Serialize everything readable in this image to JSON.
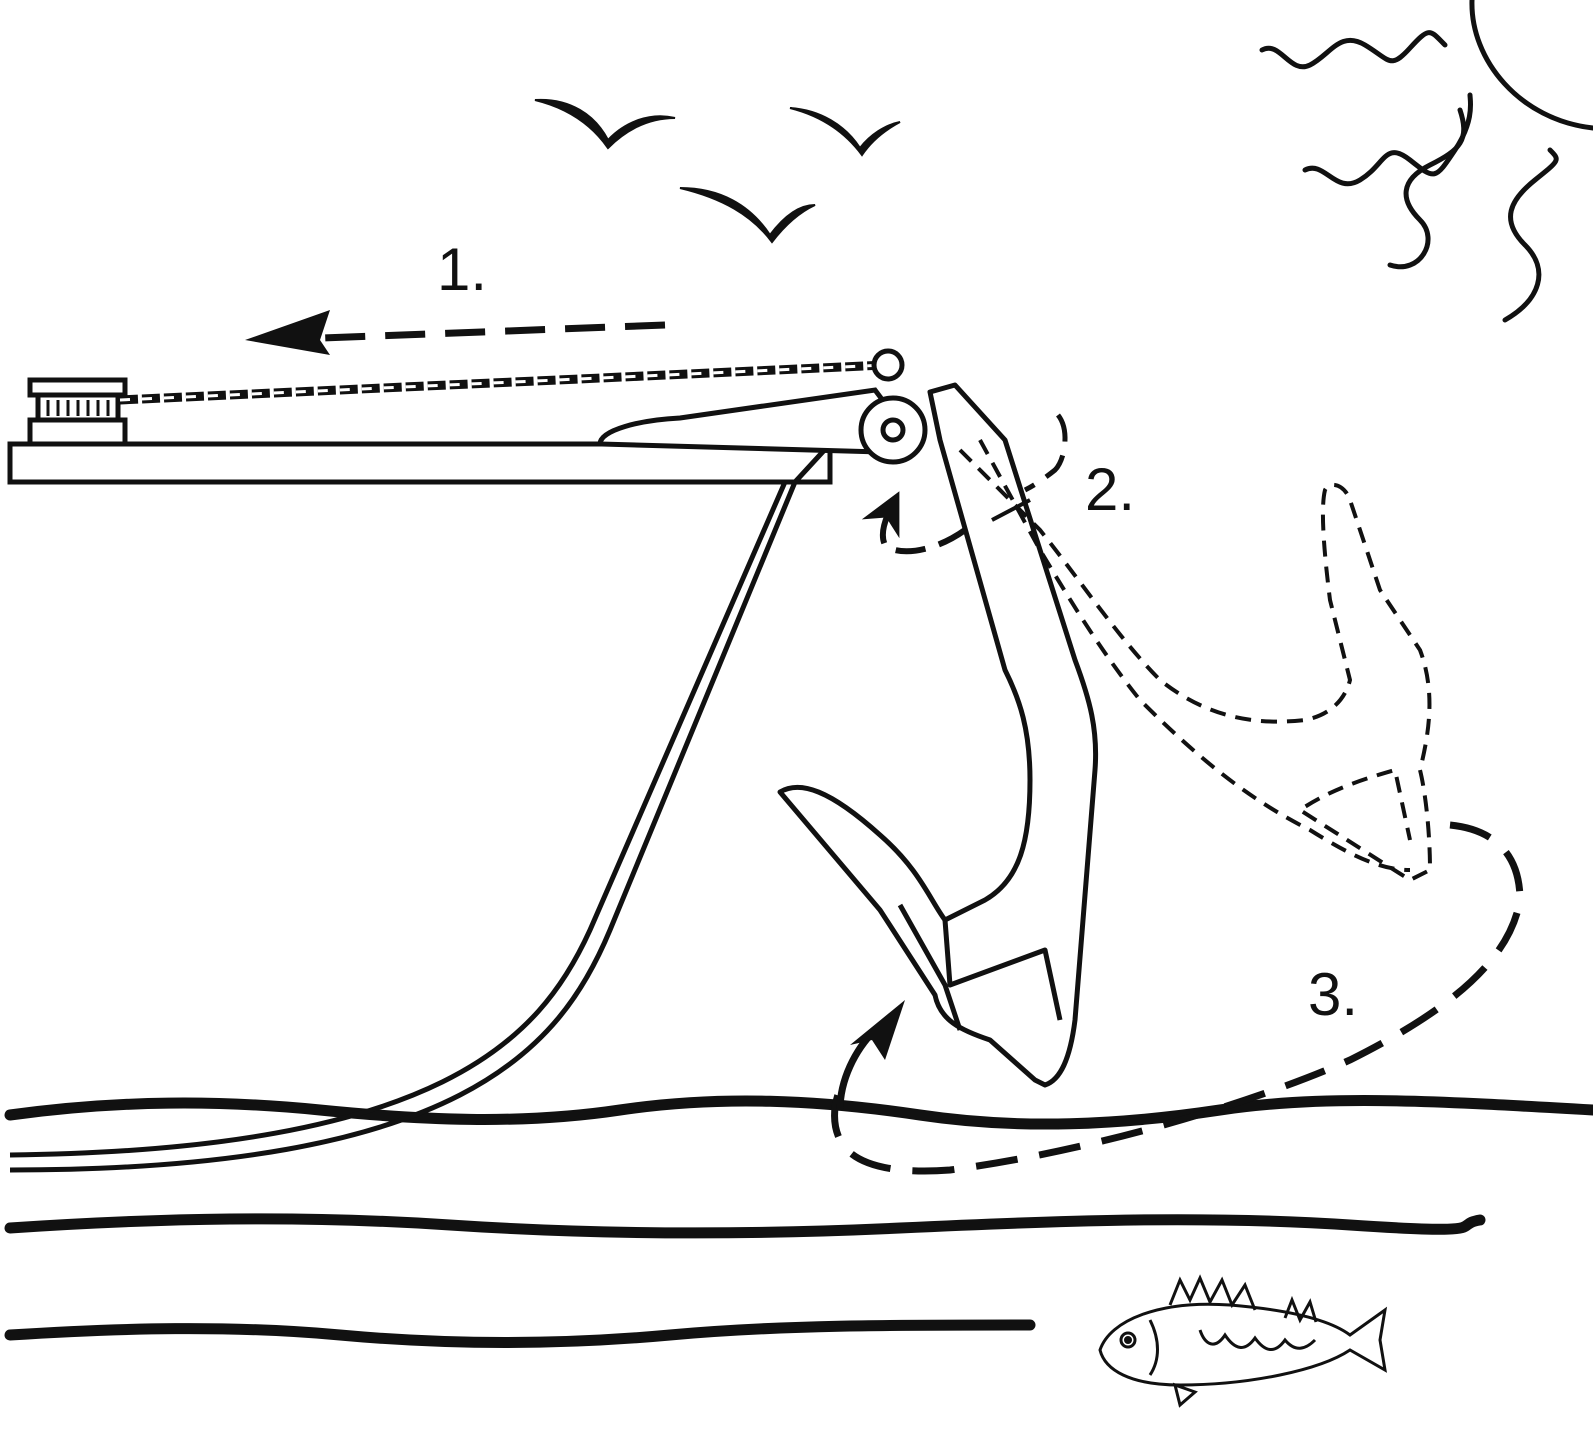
{
  "steps": [
    {
      "label": "1."
    },
    {
      "label": "2."
    },
    {
      "label": "3."
    }
  ],
  "colors": {
    "ink": "#111111",
    "background": "#ffffff"
  },
  "icons": [
    "sun-icon",
    "bird-icon",
    "windlass-icon",
    "anchor-icon",
    "fish-icon",
    "arrow-icon"
  ]
}
